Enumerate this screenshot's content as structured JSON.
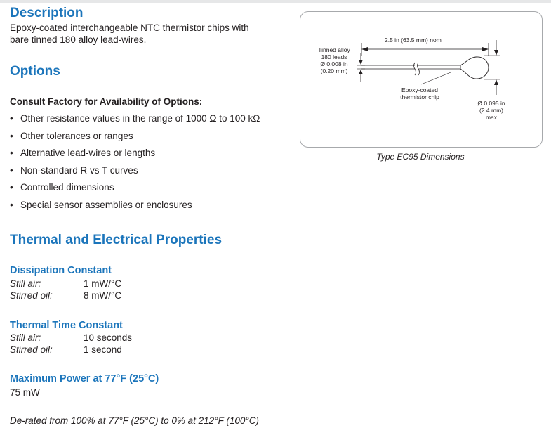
{
  "description": {
    "heading": "Description",
    "text_line1": "Epoxy-coated interchangeable NTC thermistor chips with",
    "text_line2": "bare tinned 180 alloy lead-wires."
  },
  "options": {
    "heading": "Options",
    "subheading": "Consult Factory for Availability of Options:",
    "items": [
      "Other resistance values in the range of 1000 Ω to 100 kΩ",
      "Other tolerances or ranges",
      "Alternative lead-wires or lengths",
      "Non-standard R vs T curves",
      "Controlled dimensions",
      "Special sensor assemblies or enclosures"
    ]
  },
  "thermal": {
    "heading": "Thermal and Electrical Properties",
    "dissipation": {
      "title": "Dissipation Constant",
      "rows": [
        {
          "label": "Still air:",
          "value": "1 mW/°C"
        },
        {
          "label": "Stirred oil:",
          "value": "8 mW/°C"
        }
      ]
    },
    "time_constant": {
      "title": "Thermal Time Constant",
      "rows": [
        {
          "label": "Still air:",
          "value": "10 seconds"
        },
        {
          "label": "Stirred oil:",
          "value": "1 second"
        }
      ]
    },
    "max_power": {
      "title": "Maximum Power at 77°F (25°C)",
      "value": "75 mW"
    },
    "derating_note": "De-rated from 100% at 77°F (25°C) to 0% at 212°F (100°C)"
  },
  "diagram": {
    "length_label": "2.5 in (63.5 mm) nom",
    "lead_label": [
      "Tinned alloy",
      "180 leads",
      "Ø 0.008 in",
      "(0.20 mm)"
    ],
    "chip_label": [
      "Epoxy-coated",
      "thermistor chip"
    ],
    "diameter_label": [
      "Ø 0.095 in",
      "(2.4 mm)",
      "max"
    ],
    "caption": "Type EC95 Dimensions"
  }
}
